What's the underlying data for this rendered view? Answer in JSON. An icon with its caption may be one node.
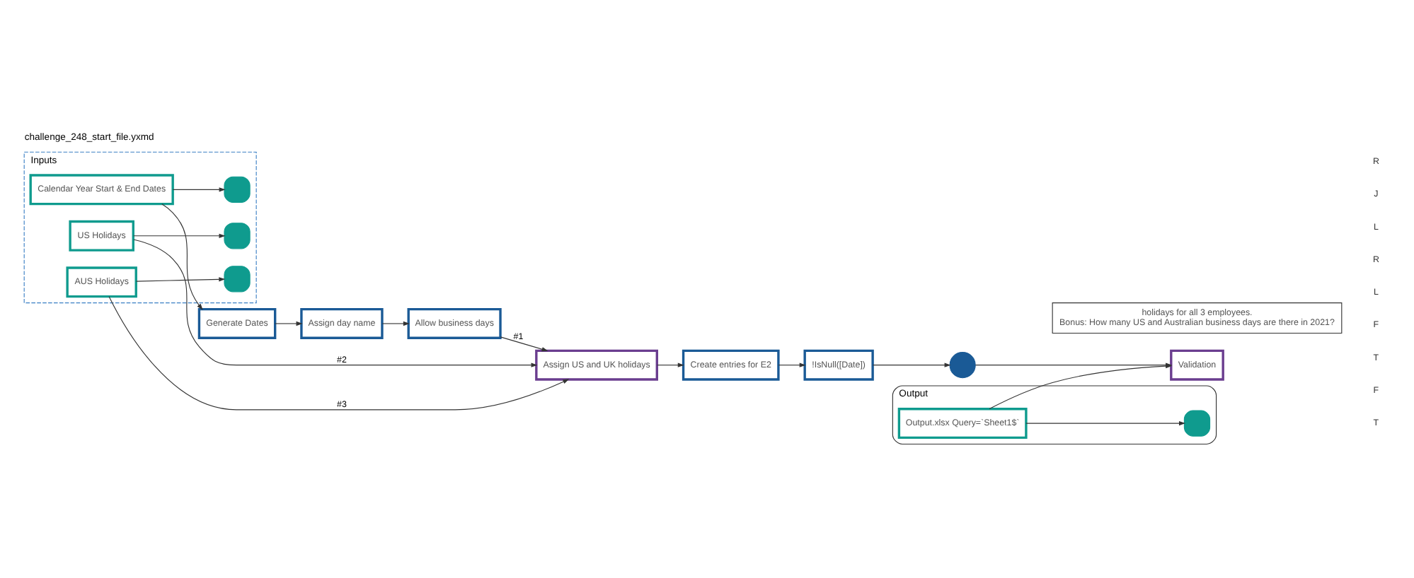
{
  "diagram": {
    "title": "challenge_248_start_file.yxmd",
    "nodes": [
      {
        "text": [
          "Inputs"
        ]
      },
      {
        "text": [
          "Calendar Year Start & End Dates"
        ],
        "in": 0
      },
      {
        "text": [],
        "shape": "box",
        "in": 0
      },
      {
        "text": [
          "US Holidays"
        ],
        "in": 0
      },
      {
        "text": [],
        "shape": "box",
        "in": 0
      },
      {
        "text": [
          "AUS Holidays"
        ],
        "in": 0
      },
      {
        "text": [],
        "shape": "box",
        "in": 0
      },
      {
        "text": [
          "Output"
        ]
      },
      {
        "text": [
          "Output.xlsx Query=`Sheet1$`"
        ],
        "in": 7
      },
      {
        "text": [],
        "shape": "box",
        "in": 7
      },
      {
        "text": [
          "Validation"
        ]
      },
      {
        "text": [
          "Generate Dates"
        ]
      },
      {
        "text": [
          "Assign day name"
        ]
      },
      {
        "text": [
          "Allow business days"
        ]
      },
      {
        "text": [
          "Assign US and UK holidays"
        ]
      },
      {
        "text": [
          "Create entries for E2"
        ]
      },
      {
        "text": [
          "!IsNull([Date])"
        ]
      },
      {
        "text": [],
        "shape": "circle"
      },
      {
        "text": [
          "holidays for all 3 employees.",
          "Bonus: How many US and Australian business days are there in 2021?"
        ]
      }
    ],
    "edges": [
      {
        "from": 1,
        "to": 2,
        "arrow": "to"
      },
      {
        "from": 3,
        "to": 4,
        "arrow": "to"
      },
      {
        "from": 5,
        "to": 6,
        "arrow": "to"
      },
      {
        "from": 8,
        "to": 9,
        "arrow": "to"
      },
      {
        "from": 8,
        "to": 10,
        "arrow": "to"
      },
      {
        "from": 1,
        "to": 11,
        "arrow": "to"
      },
      {
        "from": 11,
        "to": 12,
        "arrow": "to"
      },
      {
        "from": 12,
        "to": 13,
        "arrow": "to"
      },
      {
        "from": 13,
        "to": 14,
        "label": "#1",
        "arrow": "to"
      },
      {
        "from": 3,
        "to": 14,
        "label": "#2",
        "arrow": "to"
      },
      {
        "from": 5,
        "to": 14,
        "label": "#3",
        "arrow": "to"
      },
      {
        "from": 14,
        "to": 15,
        "arrow": "to"
      },
      {
        "from": 15,
        "to": 16,
        "arrow": "to"
      },
      {
        "from": 16,
        "to": 17,
        "arrow": "to"
      },
      {
        "from": 17,
        "to": 10,
        "arrow": "to"
      }
    ],
    "labels": [
      "T",
      "F",
      "T",
      "F",
      "L",
      "R",
      "L",
      "J",
      "R"
    ]
  }
}
